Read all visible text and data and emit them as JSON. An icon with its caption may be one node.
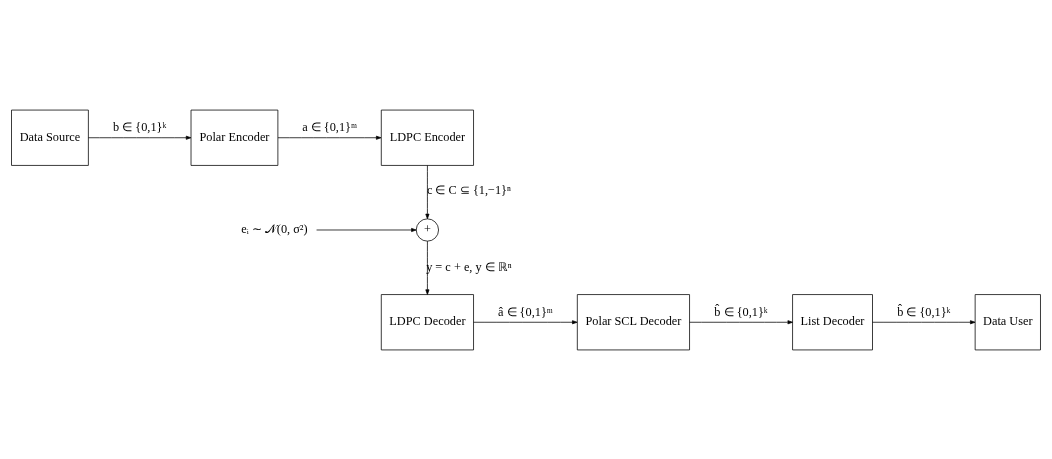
{
  "diagram": {
    "nodes": [
      {
        "text": [
          "Data Source"
        ]
      },
      {
        "text": [
          "Polar Encoder"
        ]
      },
      {
        "text": [
          "LDPC Encoder"
        ]
      },
      {
        "text": [
          "eᵢ ∼ 𝒩(0, σ²)"
        ]
      },
      {
        "text": [
          "+"
        ]
      },
      {
        "text": [
          "LDPC Decoder"
        ]
      },
      {
        "text": [
          "Polar SCL Decoder"
        ]
      },
      {
        "text": [
          "List Decoder"
        ]
      },
      {
        "text": [
          "Data User"
        ]
      }
    ],
    "edges": [
      {
        "from": 0,
        "to": 1,
        "arrow": "to",
        "label": "b ∈ {0,1}ᵏ"
      },
      {
        "from": 1,
        "to": 2,
        "arrow": "to",
        "label": "a ∈ {0,1}ᵐ"
      },
      {
        "from": 2,
        "to": 4,
        "arrow": "to",
        "label": "c ∈ C ⊆ {1,−1}ⁿ"
      },
      {
        "from": 3,
        "to": 4,
        "arrow": "to"
      },
      {
        "from": 4,
        "to": 5,
        "arrow": "to",
        "label": "y = c + e, y ∈ ℝⁿ"
      },
      {
        "from": 5,
        "to": 6,
        "arrow": "to",
        "label": "â ∈ {0,1}ᵐ"
      },
      {
        "from": 6,
        "to": 7,
        "arrow": "to",
        "label": "b̂ ∈ {0,1}ᵏ"
      },
      {
        "from": 7,
        "to": 8,
        "arrow": "to",
        "label": "b̂ ∈ {0,1}ᵏ"
      }
    ]
  }
}
